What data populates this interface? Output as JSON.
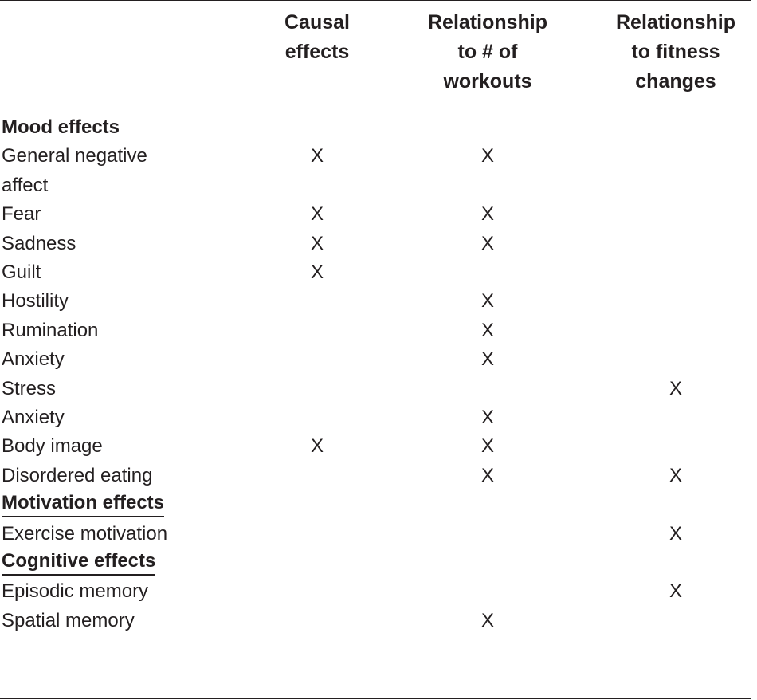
{
  "table": {
    "headers": [
      "Causal\neffects",
      "Relationship\nto # of\nworkouts",
      "Relationship\nto fitness\nchanges"
    ],
    "rows": [
      {
        "label": "Mood effects",
        "section": true,
        "marks": [
          "",
          "",
          ""
        ]
      },
      {
        "label": "General negative",
        "marks": [
          "X",
          "X",
          ""
        ]
      },
      {
        "label": "affect",
        "marks": [
          "",
          "",
          ""
        ]
      },
      {
        "label": "Fear",
        "marks": [
          "X",
          "X",
          ""
        ]
      },
      {
        "label": "Sadness",
        "marks": [
          "X",
          "X",
          ""
        ]
      },
      {
        "label": "Guilt",
        "marks": [
          "X",
          "",
          ""
        ]
      },
      {
        "label": "Hostility",
        "marks": [
          "",
          "X",
          ""
        ]
      },
      {
        "label": "Rumination",
        "marks": [
          "",
          "X",
          ""
        ]
      },
      {
        "label": "Anxiety",
        "marks": [
          "",
          "X",
          ""
        ]
      },
      {
        "label": "Stress",
        "marks": [
          "",
          "",
          "X"
        ]
      },
      {
        "label": "Anxiety",
        "marks": [
          "",
          "X",
          ""
        ]
      },
      {
        "label": "Body image",
        "marks": [
          "X",
          "X",
          ""
        ]
      },
      {
        "label": "Disordered eating",
        "marks": [
          "",
          "X",
          "X"
        ]
      },
      {
        "label": "Motivation effects",
        "section": true,
        "underline": true,
        "marks": [
          "",
          "",
          ""
        ]
      },
      {
        "label": "Exercise motivation",
        "marks": [
          "",
          "",
          "X"
        ]
      },
      {
        "label": "Cognitive effects",
        "section": true,
        "underline": true,
        "marks": [
          "",
          "",
          ""
        ]
      },
      {
        "label": "Episodic memory",
        "marks": [
          "",
          "",
          "X"
        ]
      },
      {
        "label": "Spatial memory",
        "marks": [
          "",
          "X",
          ""
        ]
      }
    ]
  }
}
